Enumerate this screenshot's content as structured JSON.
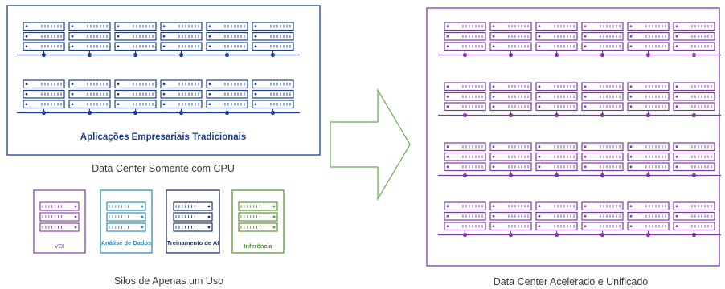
{
  "left_panel": {
    "caption": "Data Center Somente com CPU",
    "workload_label": "Aplicações Empresariais Tradicionais",
    "color": "#1f3f8a"
  },
  "silos": {
    "caption": "Silos de Apenas um Uso",
    "items": [
      {
        "label": "VDI",
        "color": "#8a44b0"
      },
      {
        "label": "Análise de Dados",
        "color": "#2a8fc0"
      },
      {
        "label": "Treinamento de AI",
        "color": "#1c3466"
      },
      {
        "label": "Inferência",
        "color": "#5a9630"
      }
    ]
  },
  "right_panel": {
    "caption": "Data Center Acelerado e Unificado",
    "color": "#7a3aa6"
  },
  "arrow": {
    "color": "#6aa84f"
  }
}
